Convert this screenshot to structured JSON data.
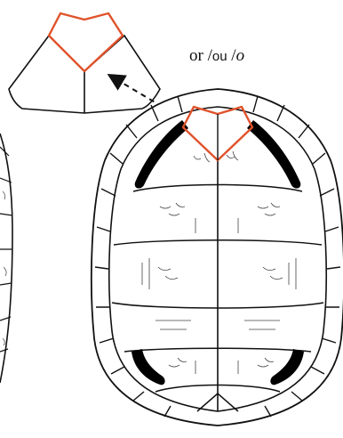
{
  "figure": {
    "caption": {
      "or": "or",
      "slash_open": "/",
      "ou": "ou",
      "slash_mid": "/",
      "o_italic": "o"
    },
    "highlight_color": "#e0522b",
    "outline_color": "#111111",
    "dark_fill": "#000000"
  }
}
